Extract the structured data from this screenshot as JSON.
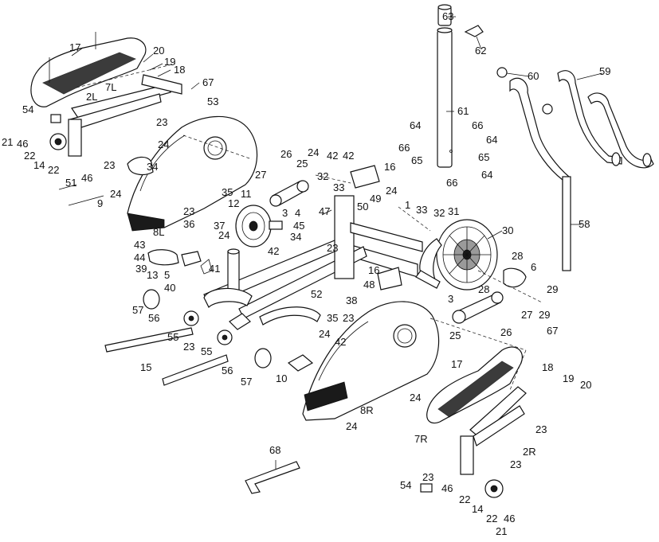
{
  "diagram": {
    "labels": [
      "63",
      "62",
      "17",
      "20",
      "19",
      "18",
      "7L",
      "67",
      "2L",
      "53",
      "54",
      "23",
      "21",
      "46",
      "22",
      "14",
      "22",
      "23",
      "46",
      "34",
      "24",
      "51",
      "9",
      "8L",
      "24",
      "23",
      "35",
      "36",
      "12",
      "11",
      "37",
      "24",
      "26",
      "25",
      "27",
      "3",
      "32",
      "33",
      "42",
      "16",
      "24",
      "4",
      "45",
      "47",
      "34",
      "50",
      "49",
      "1",
      "33",
      "32",
      "31",
      "30",
      "43",
      "44",
      "13",
      "5",
      "39",
      "40",
      "41",
      "42",
      "23",
      "28",
      "6",
      "28",
      "29",
      "27",
      "29",
      "3",
      "16",
      "48",
      "52",
      "38",
      "23",
      "35",
      "57",
      "56",
      "55",
      "23",
      "55",
      "56",
      "15",
      "57",
      "25",
      "26",
      "67",
      "24",
      "42",
      "10",
      "17",
      "18",
      "19",
      "20",
      "24",
      "8R",
      "24",
      "7R",
      "23",
      "2R",
      "23",
      "68",
      "23",
      "46",
      "54",
      "22",
      "14",
      "22",
      "46",
      "21",
      "61",
      "64",
      "66",
      "65",
      "66",
      "64",
      "65",
      "66",
      "64",
      "60",
      "59",
      "58",
      "24",
      "42"
    ],
    "callouts": {
      "upright_part_number": "61",
      "handle_part_number": "58",
      "allen_wrench_number": "68"
    }
  }
}
